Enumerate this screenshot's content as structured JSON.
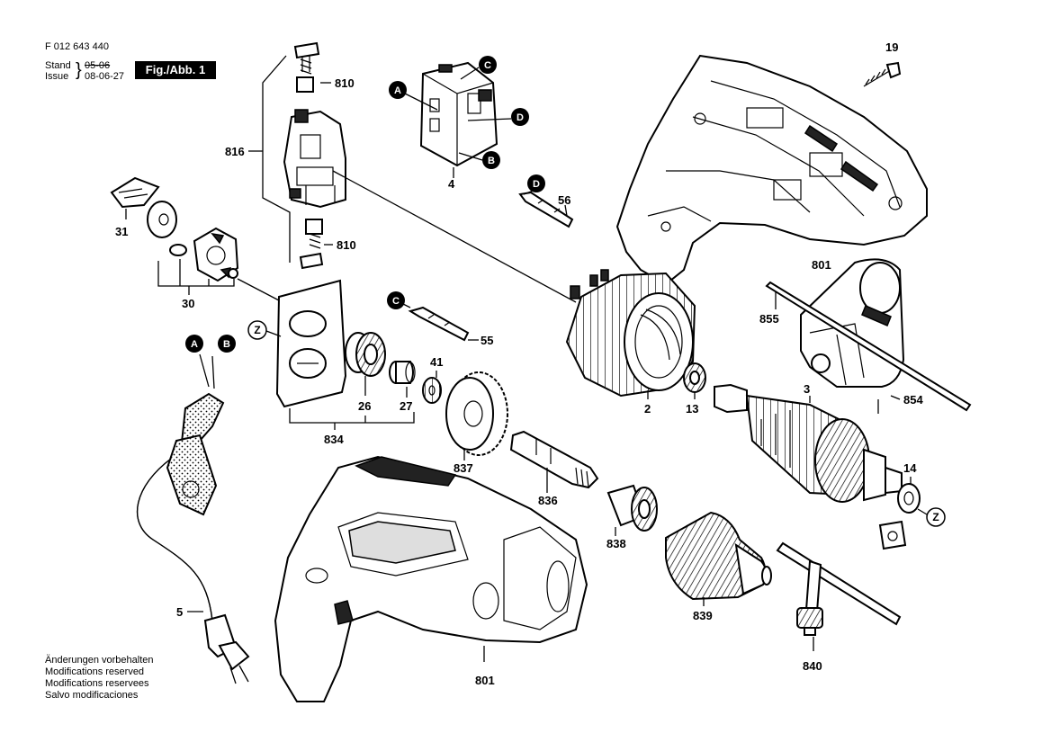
{
  "header": {
    "part_number": "F 012 643 440",
    "stand_label": "Stand",
    "stand_value": "05-06",
    "issue_label": "Issue",
    "issue_value": "08-06-27",
    "figure_label": "Fig./Abb. 1"
  },
  "notes": [
    "Änderungen vorbehalten",
    "Modifications reserved",
    "Modifications reservees",
    "Salvo modificaciones"
  ],
  "parts": {
    "p2": "2",
    "p3": "3",
    "p4": "4",
    "p5": "5",
    "p13": "13",
    "p14": "14",
    "p19": "19",
    "p26": "26",
    "p27": "27",
    "p30": "30",
    "p31": "31",
    "p41": "41",
    "p55": "55",
    "p56": "56",
    "p801a": "801",
    "p801b": "801",
    "p810a": "810",
    "p810b": "810",
    "p816": "816",
    "p834": "834",
    "p836": "836",
    "p837": "837",
    "p838": "838",
    "p839": "839",
    "p840": "840",
    "p854": "854",
    "p855": "855"
  },
  "markers": {
    "a1": "A",
    "a2": "A",
    "b1": "B",
    "b2": "B",
    "c1": "C",
    "c2": "C",
    "d1": "D",
    "d2": "D",
    "z1": "Z",
    "z2": "Z"
  }
}
